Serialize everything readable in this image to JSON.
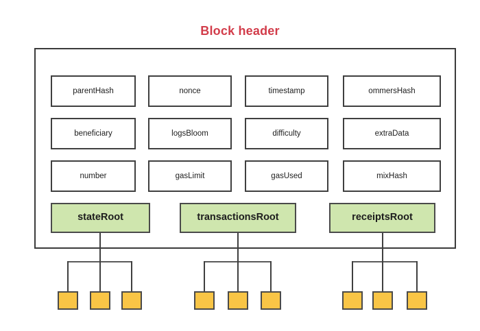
{
  "diagram": {
    "title": "Block header",
    "title_color": "#d23c4a",
    "container_name": "block-header-container"
  },
  "colors": {
    "root_fill": "#cfe6ae",
    "leaf_fill": "#f9c546",
    "box_border": "#3f3f3f",
    "line": "#5a5a5a"
  },
  "fields": {
    "row1": [
      {
        "label": "parentHash"
      },
      {
        "label": "nonce"
      },
      {
        "label": "timestamp"
      },
      {
        "label": "ommersHash"
      }
    ],
    "row2": [
      {
        "label": "beneficiary"
      },
      {
        "label": "logsBloom"
      },
      {
        "label": "difficulty"
      },
      {
        "label": "extraData"
      }
    ],
    "row3": [
      {
        "label": "number"
      },
      {
        "label": "gasLimit"
      },
      {
        "label": "gasUsed"
      },
      {
        "label": "mixHash"
      }
    ]
  },
  "roots": [
    {
      "label": "stateRoot",
      "children": 3
    },
    {
      "label": "transactionsRoot",
      "children": 3
    },
    {
      "label": "receiptsRoot",
      "children": 3
    }
  ]
}
